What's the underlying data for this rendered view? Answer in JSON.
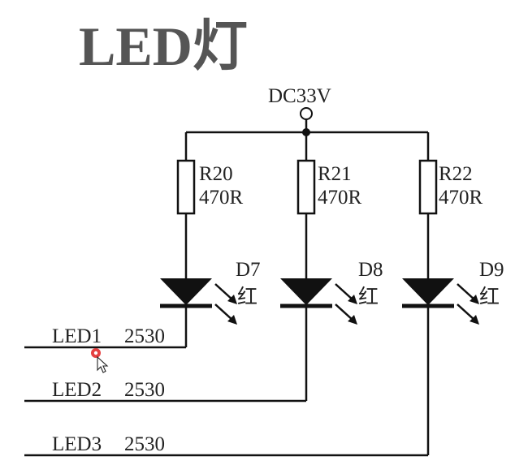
{
  "title": "LED灯",
  "power": {
    "label": "DC33V"
  },
  "branches": [
    {
      "resistor_ref": "R20",
      "resistor_value": "470R",
      "diode_ref": "D7",
      "diode_color": "红",
      "signal": "LED1",
      "signal_net": "2530"
    },
    {
      "resistor_ref": "R21",
      "resistor_value": "470R",
      "diode_ref": "D8",
      "diode_color": "红",
      "signal": "LED2",
      "signal_net": "2530"
    },
    {
      "resistor_ref": "R22",
      "resistor_value": "470R",
      "diode_ref": "D9",
      "diode_color": "红",
      "signal": "LED3",
      "signal_net": "2530"
    }
  ],
  "colors": {
    "wire": "#111111",
    "title": "#555555",
    "cursor_dot": "#e02020"
  },
  "icons": {
    "cursor": "mouse-pointer-icon"
  }
}
